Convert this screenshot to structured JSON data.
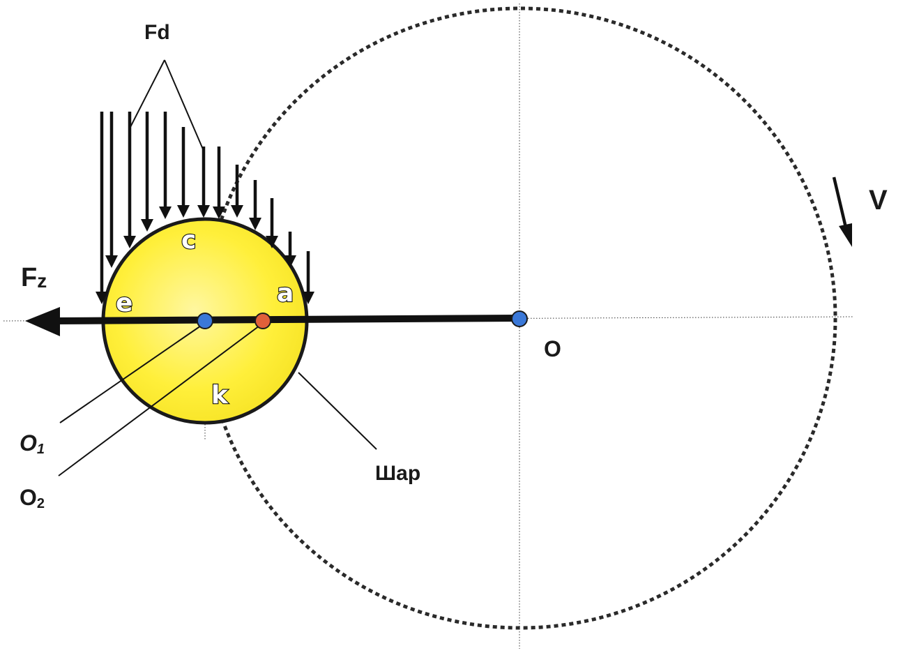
{
  "labels": {
    "fd": "Fd",
    "fz_main": "F",
    "fz_sub": "z",
    "v": "V",
    "o": "O",
    "o1_main": "O",
    "o1_sub": "1",
    "o2_main": "O",
    "o2_sub": "2",
    "ball": "Шар",
    "point_c": "c",
    "point_e": "e",
    "point_a": "a",
    "point_k": "k"
  },
  "colors": {
    "ball_fill": "#ffee44",
    "ball_stroke": "#1a1a1a",
    "orbit": "#2a2a2a",
    "center_dot": "#3a78d8",
    "offset_dot": "#e0603a",
    "ink": "#111111"
  }
}
